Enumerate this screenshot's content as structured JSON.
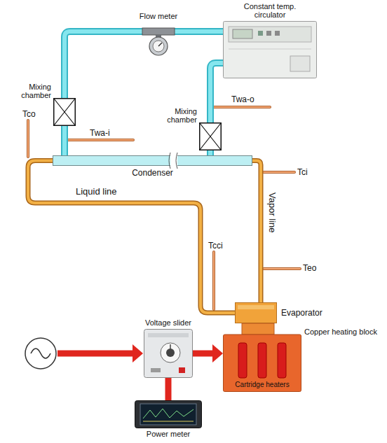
{
  "diagram": {
    "nodes": [
      {
        "text": [
          "Constant temp. circulator"
        ]
      },
      {
        "text": [
          "Flow meter"
        ]
      },
      {
        "text": [
          "Mixing chamber"
        ]
      },
      {
        "text": [
          "Mixing chamber"
        ]
      },
      {
        "text": [
          "Condenser"
        ]
      },
      {
        "text": [
          "Evaporator"
        ]
      },
      {
        "text": [
          "Copper heating block",
          "Cartridge heaters"
        ]
      },
      {
        "text": [
          "Voltage slider"
        ]
      },
      {
        "text": [
          "Power meter"
        ]
      }
    ],
    "edges": [
      {
        "from": 4,
        "to": 2,
        "arrow": "none"
      },
      {
        "from": 2,
        "to": 1,
        "arrow": "none"
      },
      {
        "from": 1,
        "to": 0,
        "arrow": "none"
      },
      {
        "from": 0,
        "to": 3,
        "arrow": "none"
      },
      {
        "from": 3,
        "to": 4,
        "arrow": "none"
      },
      {
        "from": 4,
        "to": 5,
        "arrow": "none"
      },
      {
        "from": 5,
        "to": 4,
        "arrow": "none"
      },
      {
        "from": 7,
        "to": 6,
        "arrow": "to"
      },
      {
        "from": 7,
        "to": 8,
        "arrow": "none"
      }
    ],
    "labels": [
      "Tco",
      "Twa-i",
      "Twa-o",
      "Tci",
      "Teo",
      "Tcci",
      "Liquid line",
      "Vapor line"
    ]
  }
}
